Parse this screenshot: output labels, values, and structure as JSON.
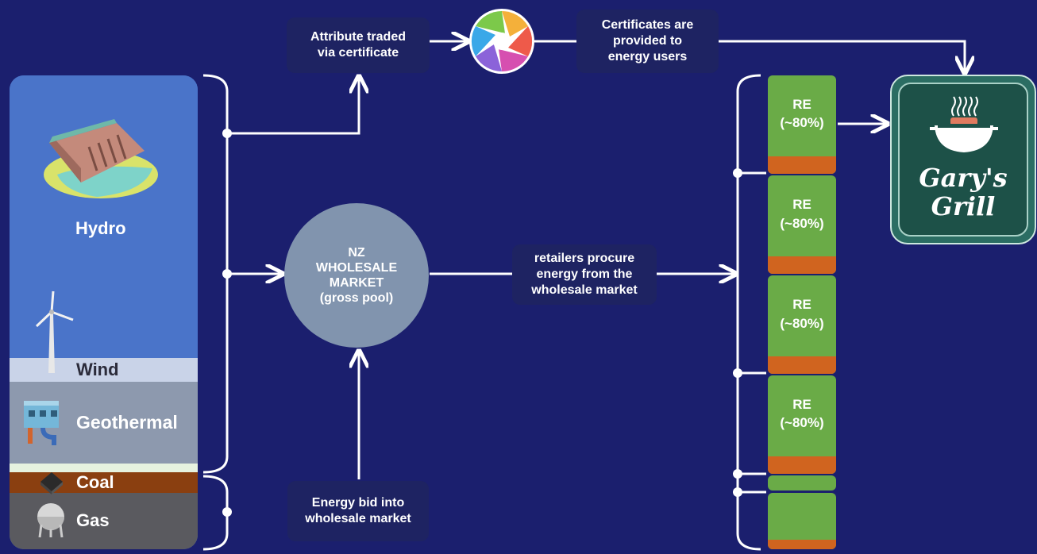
{
  "sources": {
    "hydro": "Hydro",
    "wind": "Wind",
    "geothermal": "Geothermal",
    "coal": "Coal",
    "gas": "Gas"
  },
  "boxes": {
    "attribute_traded": [
      "Attribute traded",
      "via certificate"
    ],
    "certificates_provided": [
      "Certificates are",
      "provided to",
      "energy users"
    ],
    "retailers_procure": [
      "retailers procure",
      "energy from the",
      "wholesale market"
    ],
    "energy_bid": [
      "Energy bid into",
      "wholesale market"
    ]
  },
  "market": [
    "NZ",
    "WHOLESALE",
    "MARKET",
    "(gross pool)"
  ],
  "re_blocks": [
    {
      "label": "RE",
      "share": "(~80%)"
    },
    {
      "label": "RE",
      "share": "(~80%)"
    },
    {
      "label": "RE",
      "share": "(~80%)"
    },
    {
      "label": "RE",
      "share": "(~80%)"
    }
  ],
  "brand": {
    "line1": "Gary's",
    "line2": "Grill"
  },
  "colors": {
    "background": "#1b1f6e",
    "hydro": "#4a74c9",
    "renewable": "#6aab47",
    "non_renewable": "#d0641f",
    "market": "#8194ae"
  }
}
